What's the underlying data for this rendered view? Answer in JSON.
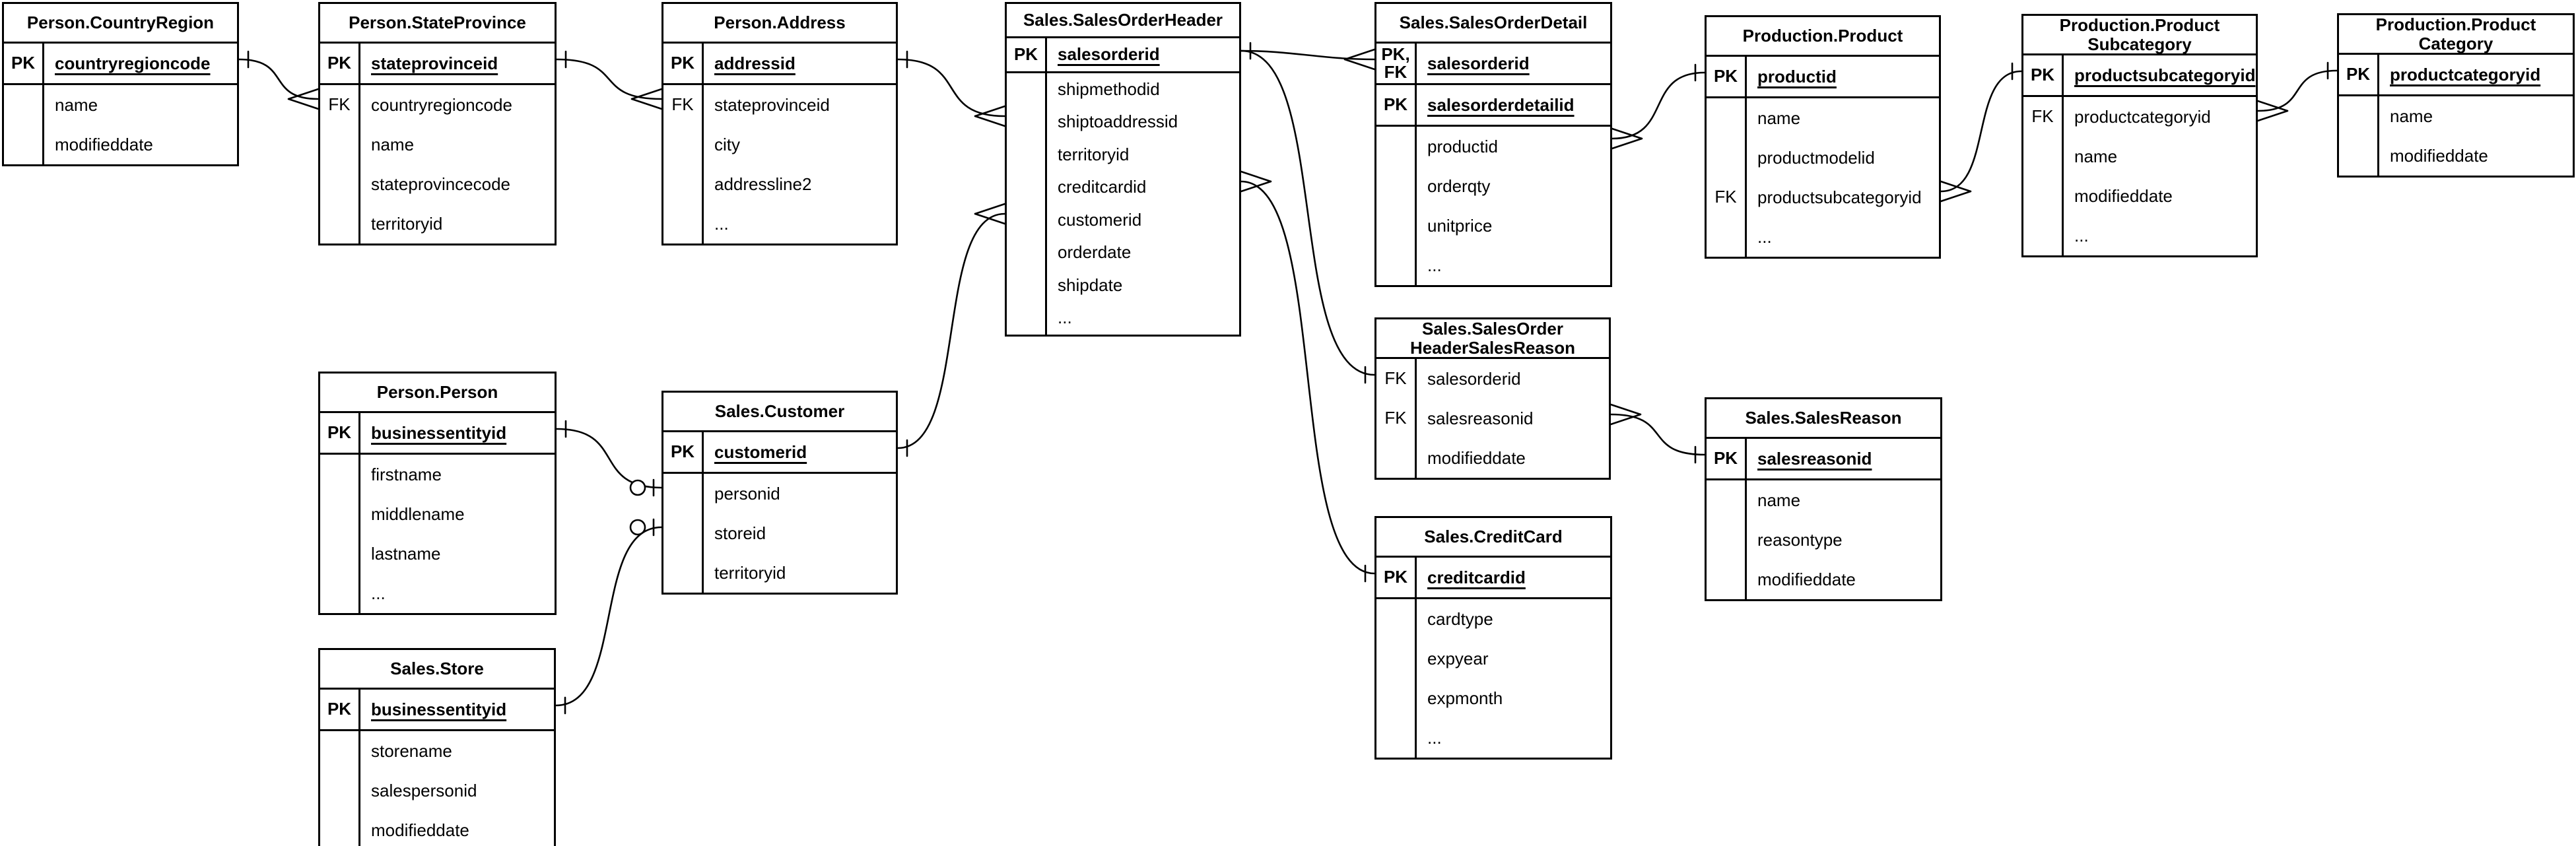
{
  "colors": {
    "line": "#000000",
    "background": "#ffffff",
    "text": "#000000"
  },
  "tables": {
    "cr": {
      "title": "Person.CountryRegion",
      "rows": [
        {
          "k": "PK",
          "a": "countryregioncode"
        },
        {
          "k": "",
          "a": "name"
        },
        {
          "k": "",
          "a": "modifieddate"
        }
      ]
    },
    "sp": {
      "title": "Person.StateProvince",
      "rows": [
        {
          "k": "PK",
          "a": "stateprovinceid"
        },
        {
          "k": "FK",
          "a": "countryregioncode"
        },
        {
          "k": "",
          "a": "name"
        },
        {
          "k": "",
          "a": "stateprovincecode"
        },
        {
          "k": "",
          "a": "territoryid"
        }
      ]
    },
    "addr": {
      "title": "Person.Address",
      "rows": [
        {
          "k": "PK",
          "a": "addressid"
        },
        {
          "k": "FK",
          "a": "stateprovinceid"
        },
        {
          "k": "",
          "a": "city"
        },
        {
          "k": "",
          "a": "addressline2"
        },
        {
          "k": "",
          "a": "..."
        }
      ]
    },
    "soh": {
      "title": "Sales.SalesOrderHeader",
      "rows": [
        {
          "k": "PK",
          "a": "salesorderid"
        },
        {
          "k": "",
          "a": "shipmethodid"
        },
        {
          "k": "",
          "a": "shiptoaddressid"
        },
        {
          "k": "",
          "a": "territoryid"
        },
        {
          "k": "",
          "a": "creditcardid"
        },
        {
          "k": "",
          "a": "customerid"
        },
        {
          "k": "",
          "a": "orderdate"
        },
        {
          "k": "",
          "a": "shipdate"
        },
        {
          "k": "",
          "a": "..."
        }
      ]
    },
    "sod": {
      "title": "Sales.SalesOrderDetail",
      "rows": [
        {
          "k": "PK,\nFK",
          "a": "salesorderid"
        },
        {
          "k": "PK",
          "a": "salesorderdetailid"
        },
        {
          "k": "",
          "a": "productid"
        },
        {
          "k": "",
          "a": "orderqty"
        },
        {
          "k": "",
          "a": "unitprice"
        },
        {
          "k": "",
          "a": "..."
        }
      ]
    },
    "prod": {
      "title": "Production.Product",
      "rows": [
        {
          "k": "PK",
          "a": "productid"
        },
        {
          "k": "",
          "a": "name"
        },
        {
          "k": "",
          "a": "productmodelid"
        },
        {
          "k": "FK",
          "a": "productsubcategoryid"
        },
        {
          "k": "",
          "a": "..."
        }
      ]
    },
    "psc": {
      "title": "Production.Product\nSubcategory",
      "rows": [
        {
          "k": "PK",
          "a": "productsubcategoryid"
        },
        {
          "k": "FK",
          "a": "productcategoryid"
        },
        {
          "k": "",
          "a": "name"
        },
        {
          "k": "",
          "a": "modifieddate"
        },
        {
          "k": "",
          "a": "..."
        }
      ]
    },
    "pcat": {
      "title": "Production.Product\nCategory",
      "rows": [
        {
          "k": "PK",
          "a": "productcategoryid"
        },
        {
          "k": "",
          "a": "name"
        },
        {
          "k": "",
          "a": "modifieddate"
        }
      ]
    },
    "person": {
      "title": "Person.Person",
      "rows": [
        {
          "k": "PK",
          "a": "businessentityid"
        },
        {
          "k": "",
          "a": "firstname"
        },
        {
          "k": "",
          "a": "middlename"
        },
        {
          "k": "",
          "a": "lastname"
        },
        {
          "k": "",
          "a": "..."
        }
      ]
    },
    "cust": {
      "title": "Sales.Customer",
      "rows": [
        {
          "k": "PK",
          "a": "customerid"
        },
        {
          "k": "",
          "a": "personid"
        },
        {
          "k": "",
          "a": "storeid"
        },
        {
          "k": "",
          "a": "territoryid"
        }
      ]
    },
    "sohsr": {
      "title": "Sales.SalesOrder\nHeaderSalesReason",
      "rows": [
        {
          "k": "FK",
          "a": "salesorderid"
        },
        {
          "k": "FK",
          "a": "salesreasonid"
        },
        {
          "k": "",
          "a": "modifieddate"
        }
      ]
    },
    "sreason": {
      "title": "Sales.SalesReason",
      "rows": [
        {
          "k": "PK",
          "a": "salesreasonid"
        },
        {
          "k": "",
          "a": "name"
        },
        {
          "k": "",
          "a": "reasontype"
        },
        {
          "k": "",
          "a": "modifieddate"
        }
      ]
    },
    "store": {
      "title": "Sales.Store",
      "rows": [
        {
          "k": "PK",
          "a": "businessentityid"
        },
        {
          "k": "",
          "a": "storename"
        },
        {
          "k": "",
          "a": "salespersonid"
        },
        {
          "k": "",
          "a": "modifieddate"
        }
      ]
    },
    "cc": {
      "title": "Sales.CreditCard",
      "rows": [
        {
          "k": "PK",
          "a": "creditcardid"
        },
        {
          "k": "",
          "a": "cardtype"
        },
        {
          "k": "",
          "a": "expyear"
        },
        {
          "k": "",
          "a": "expmonth"
        },
        {
          "k": "",
          "a": "..."
        }
      ]
    }
  },
  "relationships": [
    {
      "from": "Person.CountryRegion.countryregioncode",
      "to": "Person.StateProvince.countryregioncode",
      "from_end": "one",
      "to_end": "many"
    },
    {
      "from": "Person.StateProvince.stateprovinceid",
      "to": "Person.Address.stateprovinceid",
      "from_end": "one",
      "to_end": "many"
    },
    {
      "from": "Person.Address.addressid",
      "to": "Sales.SalesOrderHeader.shiptoaddressid",
      "from_end": "one",
      "to_end": "many"
    },
    {
      "from": "Sales.Customer.customerid",
      "to": "Sales.SalesOrderHeader.customerid",
      "from_end": "one",
      "to_end": "many"
    },
    {
      "from": "Sales.SalesOrderHeader.salesorderid",
      "to": "Sales.SalesOrderDetail.salesorderid",
      "from_end": "one",
      "to_end": "many"
    },
    {
      "from": "Sales.SalesOrderHeader.salesorderid",
      "to": "Sales.SalesOrderHeaderSalesReason.salesorderid",
      "from_end": "one",
      "to_end": "one"
    },
    {
      "from": "Sales.CreditCard.creditcardid",
      "to": "Sales.SalesOrderHeader.creditcardid",
      "from_end": "one",
      "to_end": "many"
    },
    {
      "from": "Sales.SalesOrderHeaderSalesReason.salesreasonid",
      "to": "Sales.SalesReason.salesreasonid",
      "from_end": "many",
      "to_end": "one"
    },
    {
      "from": "Sales.SalesOrderDetail.productid",
      "to": "Production.Product.productid",
      "from_end": "many",
      "to_end": "one"
    },
    {
      "from": "Production.Product.productsubcategoryid",
      "to": "Production.ProductSubcategory.productsubcategoryid",
      "from_end": "many",
      "to_end": "one"
    },
    {
      "from": "Production.ProductSubcategory.productcategoryid",
      "to": "Production.ProductCategory.productcategoryid",
      "from_end": "many",
      "to_end": "one"
    },
    {
      "from": "Person.Person.businessentityid",
      "to": "Sales.Customer.personid",
      "from_end": "one",
      "to_end": "zero-or-one"
    },
    {
      "from": "Sales.Store.businessentityid",
      "to": "Sales.Customer.storeid",
      "from_end": "one",
      "to_end": "zero-or-one"
    }
  ]
}
